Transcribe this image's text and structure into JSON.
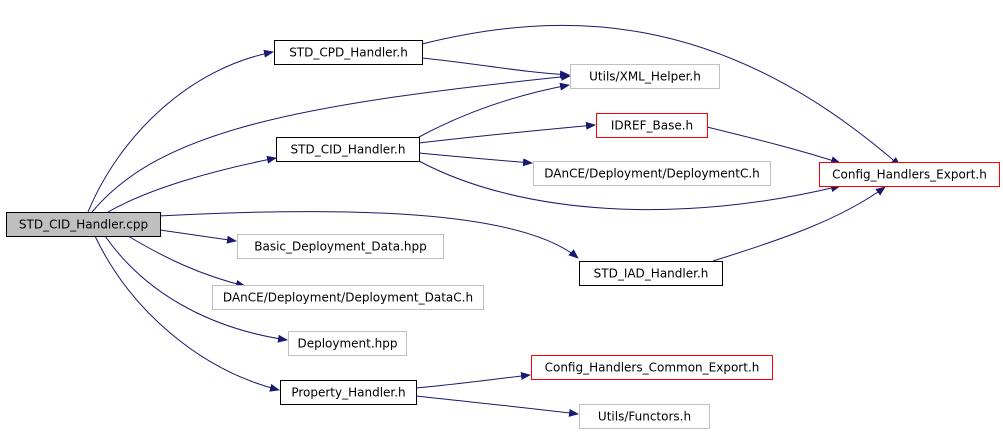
{
  "graph": {
    "root": "STD_CID_Handler.cpp",
    "nodes": [
      {
        "id": "root",
        "label": "STD_CID_Handler.cpp",
        "style": "filled"
      },
      {
        "id": "cpd",
        "label": "STD_CPD_Handler.h",
        "style": "documented"
      },
      {
        "id": "cid",
        "label": "STD_CID_Handler.h",
        "style": "documented"
      },
      {
        "id": "iad",
        "label": "STD_IAD_Handler.h",
        "style": "documented"
      },
      {
        "id": "prop",
        "label": "Property_Handler.h",
        "style": "documented"
      },
      {
        "id": "xml",
        "label": "Utils/XML_Helper.h",
        "style": "external"
      },
      {
        "id": "idref",
        "label": "IDREF_Base.h",
        "style": "truncated"
      },
      {
        "id": "depc",
        "label": "DAnCE/Deployment/DeploymentC.h",
        "style": "external"
      },
      {
        "id": "export",
        "label": "Config_Handlers_Export.h",
        "style": "truncated"
      },
      {
        "id": "bdd",
        "label": "Basic_Deployment_Data.hpp",
        "style": "external"
      },
      {
        "id": "ddc",
        "label": "DAnCE/Deployment/Deployment_DataC.h",
        "style": "external"
      },
      {
        "id": "dep",
        "label": "Deployment.hpp",
        "style": "external"
      },
      {
        "id": "common",
        "label": "Config_Handlers_Common_Export.h",
        "style": "truncated"
      },
      {
        "id": "func",
        "label": "Utils/Functors.h",
        "style": "external"
      }
    ],
    "edges": [
      {
        "from": "root",
        "to": "cpd"
      },
      {
        "from": "root",
        "to": "xml"
      },
      {
        "from": "root",
        "to": "cid"
      },
      {
        "from": "root",
        "to": "iad"
      },
      {
        "from": "root",
        "to": "bdd"
      },
      {
        "from": "root",
        "to": "ddc"
      },
      {
        "from": "root",
        "to": "dep"
      },
      {
        "from": "root",
        "to": "prop"
      },
      {
        "from": "cpd",
        "to": "xml"
      },
      {
        "from": "cpd",
        "to": "export"
      },
      {
        "from": "cid",
        "to": "xml"
      },
      {
        "from": "cid",
        "to": "idref"
      },
      {
        "from": "cid",
        "to": "depc"
      },
      {
        "from": "cid",
        "to": "export"
      },
      {
        "from": "idref",
        "to": "export"
      },
      {
        "from": "iad",
        "to": "export"
      },
      {
        "from": "prop",
        "to": "common"
      },
      {
        "from": "prop",
        "to": "func"
      }
    ],
    "colors": {
      "edge": "#191970",
      "filled_bg": "#bfbfbf",
      "documented_border": "#000000",
      "external_border": "#bfbfbf",
      "truncated_border": "#ff0000"
    }
  }
}
